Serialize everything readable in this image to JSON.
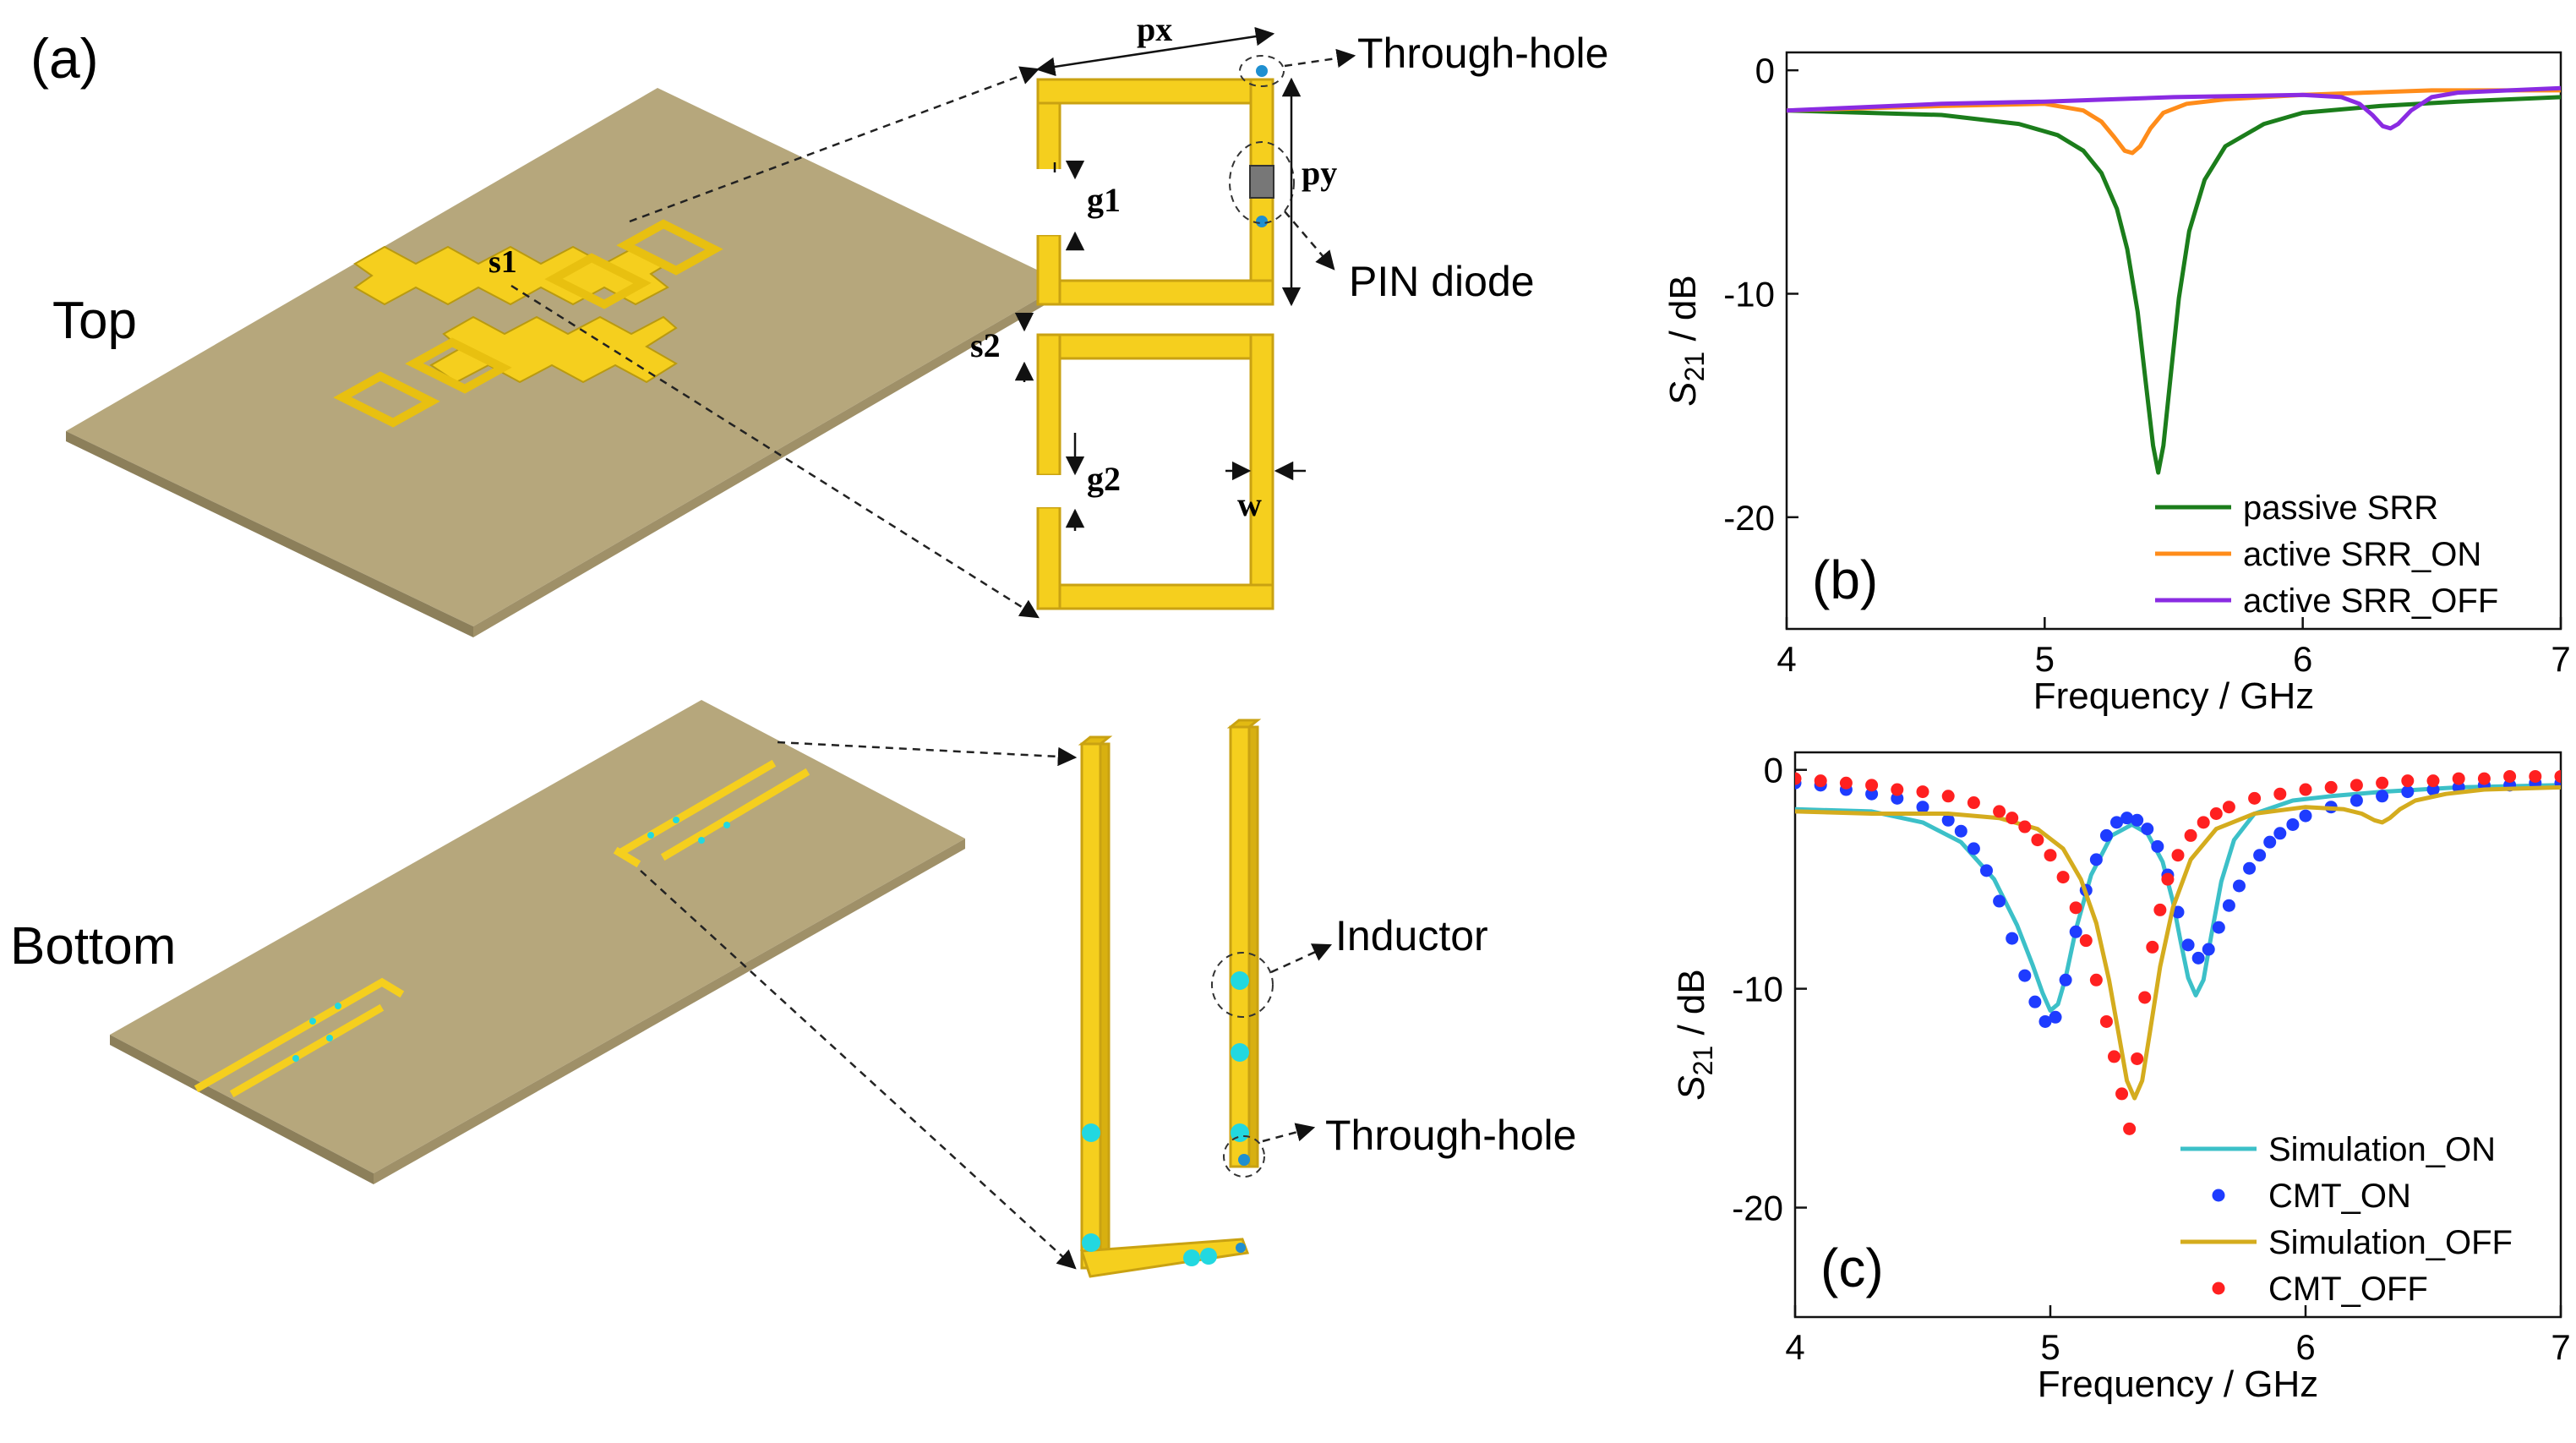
{
  "figure": {
    "panel_a": {
      "tag": "(a)",
      "top_label": "Top",
      "bottom_label": "Bottom",
      "dimensions": {
        "px": "px",
        "py": "py",
        "g1": "g1",
        "g2": "g2",
        "s1": "s1",
        "s2": "s2",
        "w": "w"
      },
      "callouts": {
        "through_hole_top": "Through-hole",
        "pin_diode": "PIN diode",
        "inductor": "Inductor",
        "through_hole_bottom": "Through-hole"
      }
    },
    "colors": {
      "substrate": "#b6a77c",
      "metal": "#f5cf1e",
      "via": "#1f8fd0",
      "inductor": "#22d8e0",
      "passive": "#1b7d1b",
      "active_on": "#ff8c1a",
      "active_off": "#8a2be2",
      "sim_on": "#3cc0c8",
      "cmt_on": "#1e3cff",
      "sim_off": "#d4ac1e",
      "cmt_off": "#ff2020"
    }
  },
  "chart_data": [
    {
      "type": "line",
      "tag": "(b)",
      "xlabel": "Frequency / GHz",
      "ylabel_main": "S",
      "ylabel_sub": "21",
      "ylabel_rest": " / dB",
      "xlim": [
        4,
        7
      ],
      "ylim": [
        -25,
        0.8
      ],
      "xticks": [
        4,
        5,
        6,
        7
      ],
      "yticks": [
        0,
        -10,
        -20
      ],
      "legend_position": "bottom-right",
      "series": [
        {
          "name": "passive SRR",
          "color": "#1b7d1b",
          "x": [
            4.0,
            4.3,
            4.6,
            4.9,
            5.05,
            5.15,
            5.22,
            5.28,
            5.32,
            5.36,
            5.39,
            5.42,
            5.44,
            5.46,
            5.49,
            5.52,
            5.56,
            5.62,
            5.7,
            5.85,
            6.0,
            6.3,
            6.6,
            7.0
          ],
          "y": [
            -1.8,
            -1.9,
            -2.0,
            -2.4,
            -2.9,
            -3.6,
            -4.6,
            -6.2,
            -8.0,
            -10.8,
            -13.8,
            -16.8,
            -18.0,
            -16.8,
            -13.5,
            -10.2,
            -7.2,
            -4.9,
            -3.4,
            -2.4,
            -1.9,
            -1.6,
            -1.4,
            -1.2
          ]
        },
        {
          "name": "active SRR_ON",
          "color": "#ff8c1a",
          "x": [
            4.0,
            4.6,
            5.0,
            5.15,
            5.22,
            5.27,
            5.31,
            5.34,
            5.37,
            5.41,
            5.46,
            5.55,
            5.7,
            6.0,
            6.5,
            7.0
          ],
          "y": [
            -1.8,
            -1.6,
            -1.5,
            -1.8,
            -2.3,
            -3.0,
            -3.6,
            -3.7,
            -3.4,
            -2.6,
            -1.9,
            -1.5,
            -1.3,
            -1.1,
            -0.9,
            -0.9
          ]
        },
        {
          "name": "active SRR_OFF",
          "color": "#8a2be2",
          "x": [
            4.0,
            4.6,
            5.0,
            5.5,
            6.0,
            6.15,
            6.22,
            6.27,
            6.31,
            6.34,
            6.37,
            6.42,
            6.5,
            6.6,
            6.8,
            7.0
          ],
          "y": [
            -1.8,
            -1.5,
            -1.4,
            -1.2,
            -1.1,
            -1.2,
            -1.5,
            -2.0,
            -2.5,
            -2.6,
            -2.4,
            -1.8,
            -1.2,
            -1.0,
            -0.9,
            -0.8
          ]
        }
      ]
    },
    {
      "type": "line",
      "tag": "(c)",
      "xlabel": "Frequency / GHz",
      "ylabel_main": "S",
      "ylabel_sub": "21",
      "ylabel_rest": " / dB",
      "xlim": [
        4,
        7
      ],
      "ylim": [
        -25,
        0.8
      ],
      "xticks": [
        4,
        5,
        6,
        7
      ],
      "yticks": [
        0,
        -10,
        -20
      ],
      "legend_position": "bottom-right",
      "series": [
        {
          "name": "Simulation_ON",
          "kind": "line",
          "color": "#3cc0c8",
          "x": [
            4.0,
            4.3,
            4.5,
            4.65,
            4.78,
            4.87,
            4.93,
            4.97,
            5.0,
            5.03,
            5.06,
            5.1,
            5.16,
            5.24,
            5.32,
            5.38,
            5.44,
            5.48,
            5.51,
            5.54,
            5.57,
            5.6,
            5.63,
            5.67,
            5.72,
            5.8,
            5.95,
            6.1,
            6.3,
            6.6,
            7.0
          ],
          "y": [
            -1.8,
            -1.9,
            -2.4,
            -3.3,
            -5.0,
            -7.1,
            -8.9,
            -10.2,
            -11.0,
            -10.7,
            -9.5,
            -7.3,
            -4.8,
            -3.0,
            -2.5,
            -2.9,
            -4.2,
            -6.0,
            -7.8,
            -9.5,
            -10.3,
            -9.6,
            -7.6,
            -5.1,
            -3.2,
            -2.0,
            -1.4,
            -1.2,
            -1.0,
            -0.8,
            -0.7
          ]
        },
        {
          "name": "CMT_ON",
          "kind": "scatter",
          "color": "#1e3cff",
          "x": [
            4.0,
            4.1,
            4.2,
            4.3,
            4.4,
            4.5,
            4.6,
            4.65,
            4.7,
            4.75,
            4.8,
            4.85,
            4.9,
            4.94,
            4.98,
            5.02,
            5.06,
            5.1,
            5.14,
            5.18,
            5.22,
            5.26,
            5.3,
            5.34,
            5.38,
            5.42,
            5.46,
            5.5,
            5.54,
            5.58,
            5.62,
            5.66,
            5.7,
            5.74,
            5.78,
            5.82,
            5.86,
            5.9,
            5.95,
            6.0,
            6.1,
            6.2,
            6.3,
            6.4,
            6.5,
            6.6,
            6.7,
            6.8,
            6.9,
            7.0
          ],
          "y": [
            -0.6,
            -0.7,
            -0.9,
            -1.1,
            -1.3,
            -1.7,
            -2.3,
            -2.8,
            -3.6,
            -4.6,
            -6.0,
            -7.7,
            -9.4,
            -10.6,
            -11.5,
            -11.3,
            -9.6,
            -7.4,
            -5.5,
            -4.1,
            -3.0,
            -2.4,
            -2.2,
            -2.3,
            -2.7,
            -3.5,
            -4.8,
            -6.5,
            -8.0,
            -8.6,
            -8.2,
            -7.2,
            -6.2,
            -5.3,
            -4.5,
            -3.9,
            -3.3,
            -2.9,
            -2.5,
            -2.1,
            -1.7,
            -1.4,
            -1.2,
            -1.0,
            -0.9,
            -0.8,
            -0.7,
            -0.7,
            -0.6,
            -0.6
          ]
        },
        {
          "name": "Simulation_OFF",
          "kind": "line",
          "color": "#d4ac1e",
          "x": [
            4.0,
            4.3,
            4.6,
            4.8,
            4.95,
            5.05,
            5.12,
            5.18,
            5.23,
            5.27,
            5.3,
            5.33,
            5.36,
            5.39,
            5.43,
            5.48,
            5.55,
            5.65,
            5.8,
            6.0,
            6.15,
            6.22,
            6.27,
            6.3,
            6.33,
            6.37,
            6.43,
            6.55,
            6.7,
            7.0
          ],
          "y": [
            -1.9,
            -2.0,
            -2.0,
            -2.2,
            -2.7,
            -3.6,
            -5.0,
            -7.0,
            -9.6,
            -12.2,
            -14.2,
            -15.0,
            -14.2,
            -12.0,
            -9.0,
            -6.3,
            -4.1,
            -2.7,
            -2.0,
            -1.7,
            -1.8,
            -2.0,
            -2.3,
            -2.4,
            -2.2,
            -1.8,
            -1.4,
            -1.1,
            -0.9,
            -0.8
          ]
        },
        {
          "name": "CMT_OFF",
          "kind": "scatter",
          "color": "#ff2020",
          "x": [
            4.0,
            4.1,
            4.2,
            4.3,
            4.4,
            4.5,
            4.6,
            4.7,
            4.8,
            4.85,
            4.9,
            4.95,
            5.0,
            5.05,
            5.1,
            5.14,
            5.18,
            5.22,
            5.25,
            5.28,
            5.31,
            5.34,
            5.37,
            5.4,
            5.43,
            5.46,
            5.5,
            5.55,
            5.6,
            5.65,
            5.7,
            5.8,
            5.9,
            6.0,
            6.1,
            6.2,
            6.3,
            6.4,
            6.5,
            6.6,
            6.7,
            6.8,
            6.9,
            7.0
          ],
          "y": [
            -0.4,
            -0.5,
            -0.6,
            -0.7,
            -0.9,
            -1.0,
            -1.2,
            -1.5,
            -1.9,
            -2.2,
            -2.6,
            -3.2,
            -3.9,
            -4.9,
            -6.3,
            -7.8,
            -9.6,
            -11.5,
            -13.1,
            -14.8,
            -16.4,
            -13.2,
            -10.4,
            -8.1,
            -6.4,
            -5.0,
            -3.9,
            -3.0,
            -2.4,
            -2.0,
            -1.7,
            -1.3,
            -1.1,
            -0.9,
            -0.8,
            -0.7,
            -0.6,
            -0.5,
            -0.5,
            -0.4,
            -0.4,
            -0.3,
            -0.3,
            -0.3
          ]
        }
      ]
    }
  ]
}
